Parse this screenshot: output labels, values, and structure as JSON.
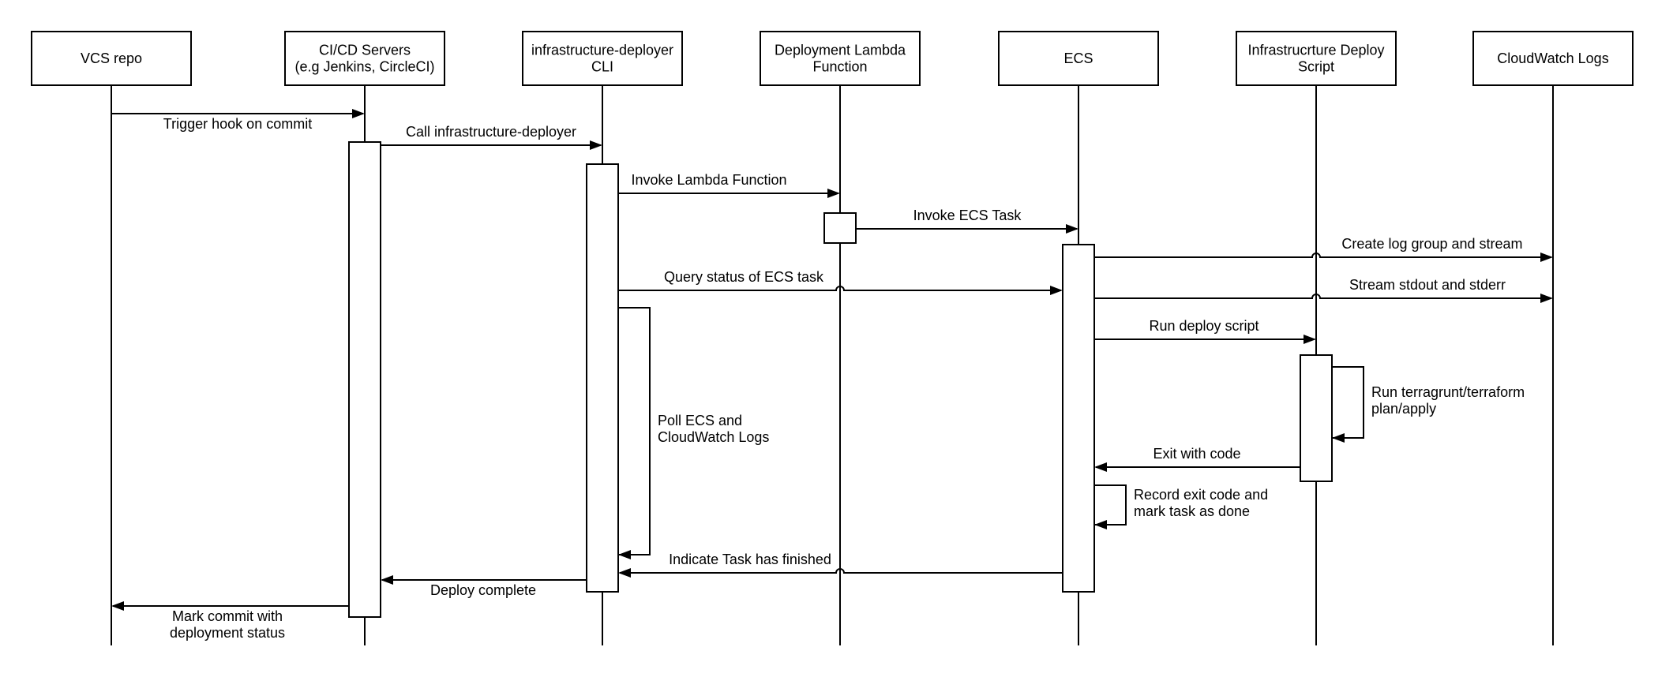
{
  "participants": [
    {
      "id": "vcs",
      "lines": [
        "VCS repo"
      ]
    },
    {
      "id": "cicd",
      "lines": [
        "CI/CD Servers",
        "(e.g Jenkins, CircleCI)"
      ]
    },
    {
      "id": "cli",
      "lines": [
        "infrastructure-deployer",
        "CLI"
      ]
    },
    {
      "id": "lambda",
      "lines": [
        "Deployment Lambda",
        "Function"
      ]
    },
    {
      "id": "ecs",
      "lines": [
        "ECS"
      ]
    },
    {
      "id": "script",
      "lines": [
        "Infrastrucrture Deploy",
        "Script"
      ]
    },
    {
      "id": "logs",
      "lines": [
        "CloudWatch Logs"
      ]
    }
  ],
  "messages": [
    {
      "id": "trigger-hook",
      "from": "vcs",
      "to": "cicd",
      "lines": [
        "Trigger hook on commit"
      ]
    },
    {
      "id": "call-deployer",
      "from": "cicd",
      "to": "cli",
      "lines": [
        "Call infrastructure-deployer"
      ]
    },
    {
      "id": "invoke-lambda",
      "from": "cli",
      "to": "lambda",
      "lines": [
        "Invoke Lambda Function"
      ]
    },
    {
      "id": "invoke-ecs-task",
      "from": "lambda",
      "to": "ecs",
      "lines": [
        "Invoke ECS Task"
      ]
    },
    {
      "id": "create-log-group",
      "from": "ecs",
      "to": "logs",
      "lines": [
        "Create log group and stream"
      ]
    },
    {
      "id": "query-status",
      "from": "cli",
      "to": "ecs",
      "lines": [
        "Query status of ECS task"
      ]
    },
    {
      "id": "stream-output",
      "from": "ecs",
      "to": "logs",
      "lines": [
        "Stream stdout and stderr"
      ]
    },
    {
      "id": "run-deploy-script",
      "from": "ecs",
      "to": "script",
      "lines": [
        "Run deploy script"
      ]
    },
    {
      "id": "run-terragrunt",
      "from": "script",
      "to": "script",
      "self": true,
      "lines": [
        "Run terragrunt/terraform",
        "plan/apply"
      ]
    },
    {
      "id": "exit-with-code",
      "from": "script",
      "to": "ecs",
      "lines": [
        "Exit with code"
      ]
    },
    {
      "id": "record-exit-code",
      "from": "ecs",
      "to": "ecs",
      "self": true,
      "lines": [
        "Record exit code and",
        "mark task as done"
      ]
    },
    {
      "id": "poll-ecs",
      "from": "cli",
      "to": "cli",
      "self": true,
      "lines": [
        "Poll ECS and",
        "CloudWatch Logs"
      ]
    },
    {
      "id": "indicate-finished",
      "from": "ecs",
      "to": "cli",
      "lines": [
        "Indicate Task has finished"
      ]
    },
    {
      "id": "deploy-complete",
      "from": "cli",
      "to": "cicd",
      "lines": [
        "Deploy complete"
      ]
    },
    {
      "id": "mark-commit",
      "from": "cicd",
      "to": "vcs",
      "lines": [
        "Mark commit with",
        "deployment status"
      ]
    }
  ]
}
